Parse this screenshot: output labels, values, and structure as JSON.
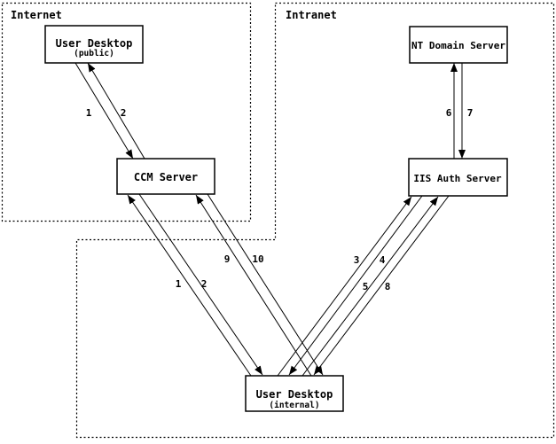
{
  "zones": {
    "internet": {
      "label": "Internet"
    },
    "intranet": {
      "label": "Intranet"
    }
  },
  "nodes": {
    "user_desktop_public": {
      "label": "User Desktop",
      "sublabel": "(public)"
    },
    "nt_domain_server": {
      "label": "NT Domain Server"
    },
    "ccm_server": {
      "label": "CCM Server"
    },
    "iis_auth_server": {
      "label": "IIS Auth Server"
    },
    "user_desktop_internal": {
      "label": "User Desktop",
      "sublabel": "(internal)"
    }
  },
  "edge_labels": {
    "public_1": "1",
    "public_2": "2",
    "nt_6": "6",
    "nt_7": "7",
    "ccm_9": "9",
    "ccm_10": "10",
    "internal_1": "1",
    "internal_2": "2",
    "iis_3": "3",
    "iis_4": "4",
    "iis_5": "5",
    "iis_8": "8"
  },
  "edges": [
    {
      "label": "1",
      "from": "User Desktop (public)",
      "to": "CCM Server"
    },
    {
      "label": "2",
      "from": "CCM Server",
      "to": "User Desktop (public)"
    },
    {
      "label": "6",
      "from": "IIS Auth Server",
      "to": "NT Domain Server"
    },
    {
      "label": "7",
      "from": "NT Domain Server",
      "to": "IIS Auth Server"
    },
    {
      "label": "1",
      "from": "User Desktop (internal)",
      "to": "CCM Server"
    },
    {
      "label": "2",
      "from": "CCM Server",
      "to": "User Desktop (internal)"
    },
    {
      "label": "9",
      "from": "User Desktop (internal)",
      "to": "CCM Server"
    },
    {
      "label": "10",
      "from": "CCM Server",
      "to": "User Desktop (internal)"
    },
    {
      "label": "3",
      "from": "User Desktop (internal)",
      "to": "IIS Auth Server"
    },
    {
      "label": "4",
      "from": "IIS Auth Server",
      "to": "User Desktop (internal)"
    },
    {
      "label": "5",
      "from": "User Desktop (internal)",
      "to": "IIS Auth Server"
    },
    {
      "label": "8",
      "from": "IIS Auth Server",
      "to": "User Desktop (internal)"
    }
  ],
  "colors": {
    "line": "#000000",
    "background": "#ffffff"
  }
}
